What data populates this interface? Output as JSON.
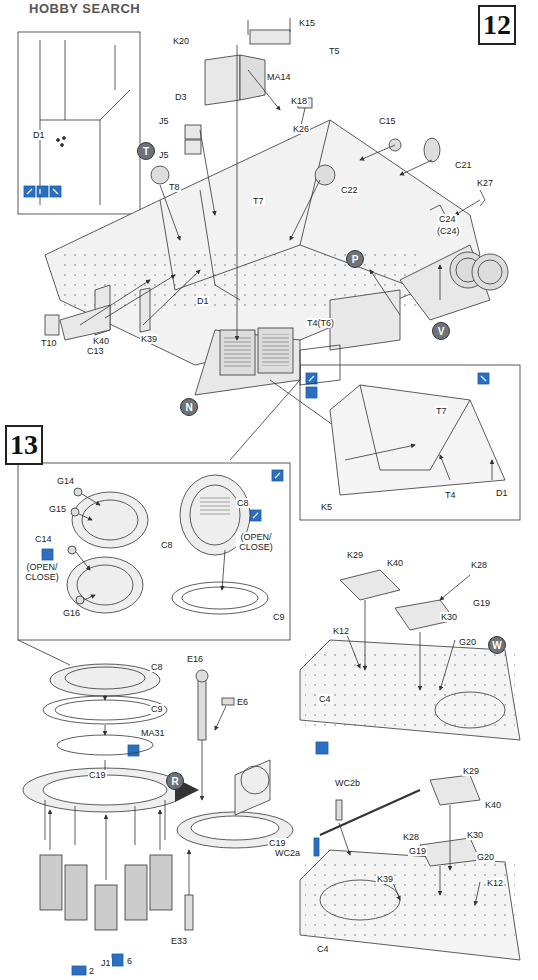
{
  "diagram": {
    "nodes": [
      {
        "text": [
          "12"
        ]
      },
      {
        "text": [
          "13"
        ]
      },
      {
        "text": [
          "T"
        ]
      },
      {
        "text": [
          "N"
        ]
      },
      {
        "text": [
          "P"
        ]
      },
      {
        "text": [
          "V"
        ]
      },
      {
        "text": [
          "W"
        ]
      },
      {
        "text": [
          "R"
        ]
      }
    ],
    "labels": [
      "HOBBY SEARCH",
      "K15",
      "K20",
      "T5",
      "MA14",
      "D3",
      "K18",
      "J5",
      "J5",
      "K26",
      "C15",
      "C21",
      "T8",
      "C22",
      "K27",
      "T7",
      "C24",
      "(C24)",
      "K40",
      "K39",
      "D1",
      "T4(T6)",
      "T10",
      "C13",
      "D1",
      "T7",
      "K5",
      "T4",
      "D1",
      "G14",
      "G15",
      "C8",
      "C8",
      "(OPEN/ CLOSE)",
      "C14",
      "(OPEN/ CLOSE)",
      "G16",
      "C9",
      "C8",
      "C9",
      "MA31",
      "C19",
      "J1",
      "6",
      "2",
      "E16",
      "E6",
      "E33",
      "C19",
      "K29",
      "K40",
      "K28",
      "G19",
      "K30",
      "K12",
      "G20",
      "C4",
      "WC2b",
      "WC2a",
      "K29",
      "K40",
      "K28",
      "G19",
      "K30",
      "G20",
      "K12",
      "K39",
      "C4"
    ]
  }
}
